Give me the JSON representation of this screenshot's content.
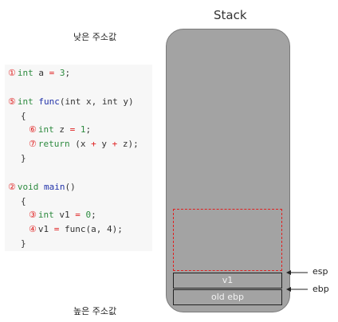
{
  "low_address_label": "낮은 주소값",
  "high_address_label": "높은 주소값",
  "code": {
    "l1": {
      "num": "①",
      "kw": "int",
      "rest": " a ",
      "op": "=",
      "val": " 3",
      "end": ";"
    },
    "l2": {
      "num": "⑤",
      "kw": "int",
      "fn": " func",
      "rest": "(int x, int y)"
    },
    "l3": "{",
    "l4": {
      "num": "⑥",
      "kw": "int",
      "rest": " z ",
      "op": "=",
      "val": " 1",
      "end": ";"
    },
    "l5": {
      "num": "⑦",
      "kw": "return",
      "rest": " (x ",
      "op1": "+",
      "mid": " y ",
      "op2": "+",
      "end": " z);"
    },
    "l6": "}",
    "l7": {
      "num": "②",
      "kw": "void",
      "fn": " main",
      "rest": "()"
    },
    "l8": "{",
    "l9": {
      "num": "③",
      "kw": "int",
      "rest": " v1 ",
      "op": "=",
      "val": " 0",
      "end": ";"
    },
    "l10": {
      "num": "④",
      "rest": "v1 ",
      "op": "=",
      "end": " func(a, 4);"
    },
    "l11": "}"
  },
  "stack": {
    "title": "Stack",
    "slots": [
      "v1",
      "old ebp"
    ],
    "pointers": {
      "esp": "esp",
      "ebp": "ebp"
    }
  }
}
